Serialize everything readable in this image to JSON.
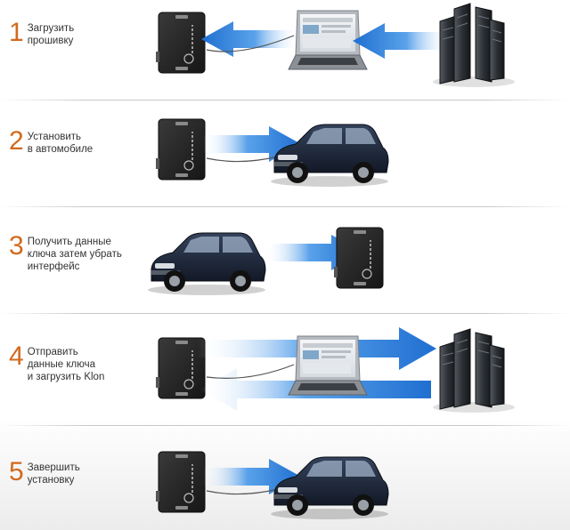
{
  "colors": {
    "step_number": "#d2691e",
    "arrow_blue": "#1f6fd1",
    "device_dark": "#2a2a2a",
    "car_body": "#1a2233"
  },
  "steps": [
    {
      "number": "1",
      "text": "Загрузить\nпрошивку",
      "items": [
        "device-icon",
        "arrow-left-icon",
        "laptop-icon",
        "arrow-left-icon",
        "server-icon"
      ]
    },
    {
      "number": "2",
      "text": "Установить\nв автомобиле",
      "items": [
        "device-icon",
        "arrow-right-icon",
        "car-icon"
      ]
    },
    {
      "number": "3",
      "text": "Получить данные\nключа затем убрать\nинтерфейс",
      "items": [
        "car-icon",
        "arrow-right-icon",
        "device-icon"
      ]
    },
    {
      "number": "4",
      "text": "Отправить\nданные ключа\nи загрузить Klon",
      "items": [
        "device-icon",
        "arrow-right-icon",
        "laptop-icon",
        "arrow-left-icon",
        "server-icon"
      ]
    },
    {
      "number": "5",
      "text": "Завершить\nустановку",
      "items": [
        "device-icon",
        "arrow-right-icon",
        "car-icon"
      ]
    }
  ]
}
